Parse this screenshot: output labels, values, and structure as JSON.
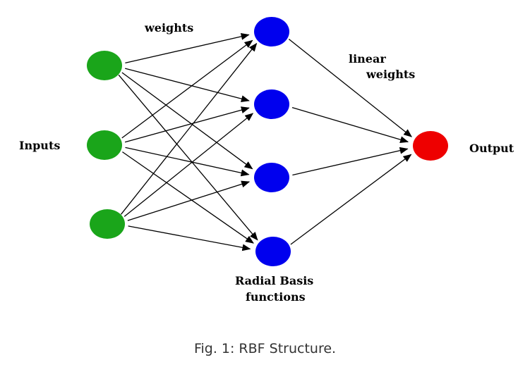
{
  "diagram": {
    "labels": {
      "weights": "weights",
      "linear_weights_line1": "linear",
      "linear_weights_line2": "weights",
      "inputs": "Inputs",
      "output": "Output",
      "radial_line1": "Radial Basis",
      "radial_line2": "functions"
    },
    "colors": {
      "input_node": "#1aa51a",
      "hidden_node": "#0000ee",
      "output_node": "#ee0000",
      "edge": "#000000"
    },
    "layers": {
      "inputs": 3,
      "hidden": 4,
      "outputs": 1
    }
  },
  "caption": "Fig. 1: RBF Structure."
}
